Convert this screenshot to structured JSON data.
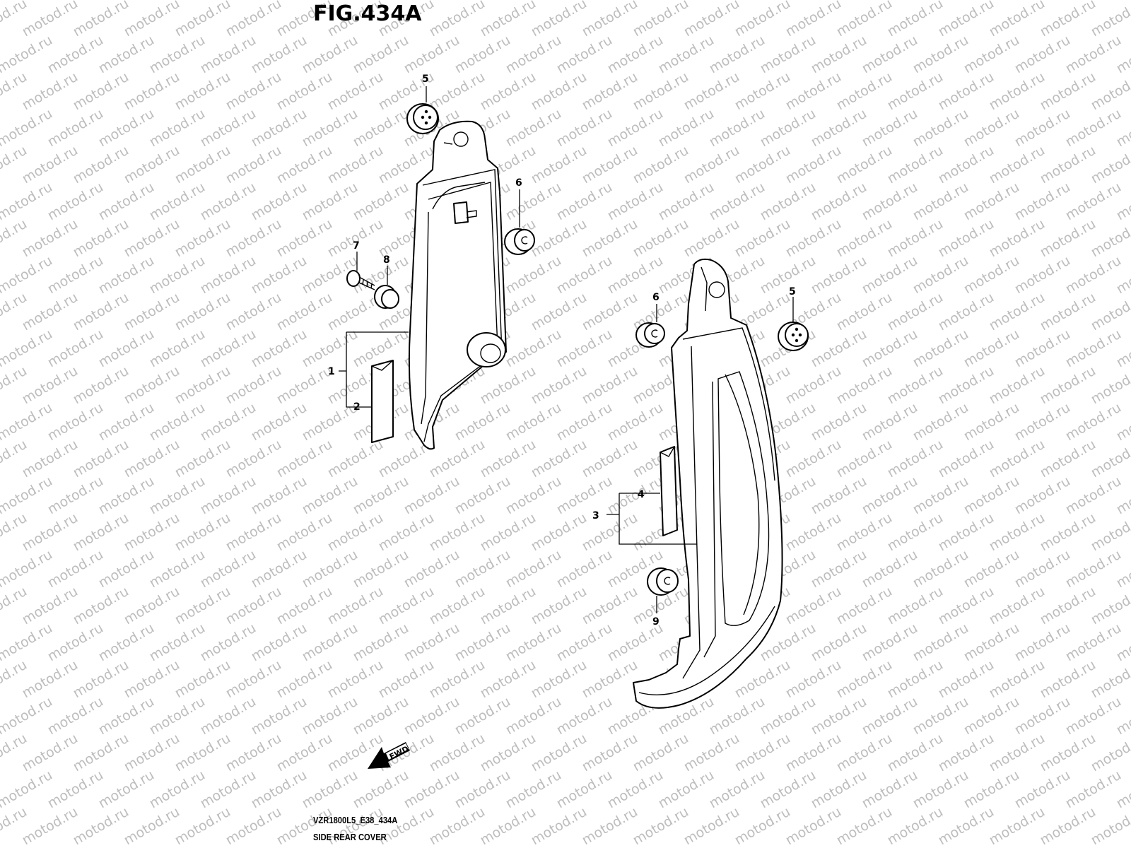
{
  "figure": {
    "title": "FIG.434A",
    "code": "VZR1800L5_E38_434A",
    "name": "SIDE REAR COVER",
    "direction_label": "FWD"
  },
  "watermark": {
    "text": "motod.ru",
    "color": "#bdbdbd"
  },
  "callouts": [
    "1",
    "2",
    "3",
    "4",
    "5",
    "6",
    "7",
    "8",
    "9"
  ]
}
